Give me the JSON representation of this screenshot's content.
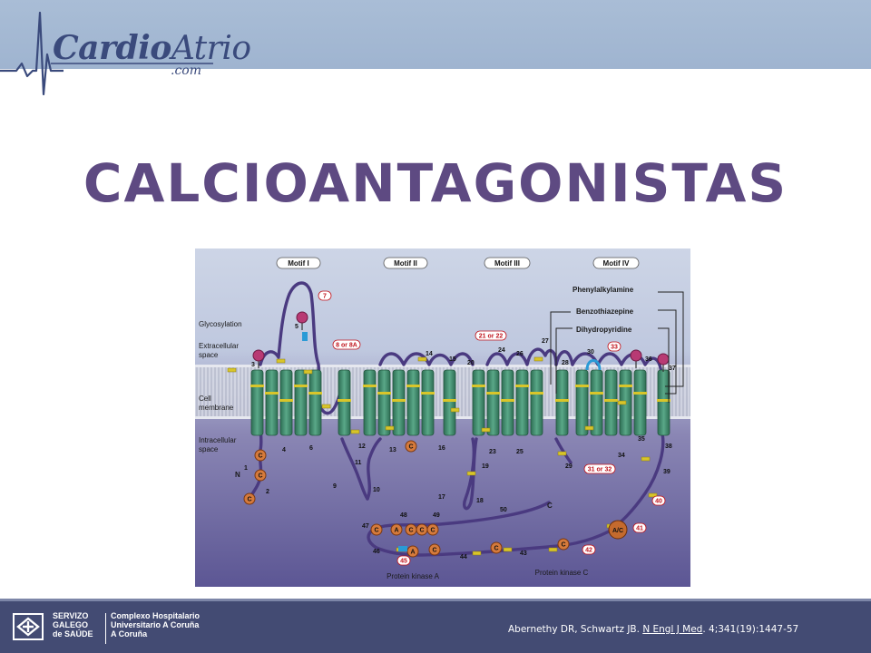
{
  "header": {
    "logo_brand_bold": "Cardio",
    "logo_brand_regular": "Atrio",
    "logo_suffix": ".com"
  },
  "title": "CALCIOANTAGONISTAS",
  "figure": {
    "motifs": [
      "Motif I",
      "Motif II",
      "Motif III",
      "Motif IV"
    ],
    "drug_labels": [
      "Phenylalkylamine",
      "Benzothiazepine",
      "Dihydropyridine"
    ],
    "side_labels": {
      "glycosylation": "Glycosylation",
      "extracellular_1": "Extracellular",
      "extracellular_2": "space",
      "membrane_1": "Cell",
      "membrane_2": "membrane",
      "intracellular_1": "Intracellular",
      "intracellular_2": "space",
      "n_terminus": "N",
      "c_terminus": "C"
    },
    "kinase_labels": {
      "pka": "Protein kinase A",
      "pkc": "Protein kinase C"
    },
    "red_labels": {
      "l7": "7",
      "l8": "8 or 8A",
      "l21": "21 or 22",
      "l33": "33",
      "l31": "31 or 32",
      "l40": "40",
      "l41": "41",
      "l42": "42",
      "l45": "45"
    },
    "site_letters": {
      "c": "C",
      "a": "A",
      "ac": "A/C"
    },
    "numbers": {
      "n1": "1",
      "n2": "2",
      "n3": "3",
      "n4": "4",
      "n5": "5",
      "n6": "6",
      "n9": "9",
      "n10": "10",
      "n11": "11",
      "n12": "12",
      "n13": "13",
      "n14": "14",
      "n15": "15",
      "n16": "16",
      "n17": "17",
      "n18": "18",
      "n19": "19",
      "n20": "20",
      "n23": "23",
      "n24": "24",
      "n25": "25",
      "n26": "26",
      "n27": "27",
      "n28": "28",
      "n29": "29",
      "n30": "30",
      "n34": "34",
      "n35": "35",
      "n36": "36",
      "n37": "37",
      "n38": "38",
      "n39": "39",
      "n43": "43",
      "n44": "44",
      "n46": "46",
      "n47": "47",
      "n48": "48",
      "n49": "49",
      "n50": "50"
    }
  },
  "footer": {
    "institution_line1": "SERVIZO",
    "institution_line2": "GALEGO",
    "institution_line3": "de SAÚDE",
    "hospital_line1": "Complexo Hospitalario",
    "hospital_line2": "Universitario A Coruña",
    "hospital_line3": "A Coruña",
    "citation_prefix": "Abernethy DR, Schwartz JB. ",
    "citation_journal": "N Engl J Med",
    "citation_suffix": ". 4;341(19):1447-57"
  },
  "colors": {
    "header_band": "#a9bdd6",
    "title": "#5e4a82",
    "footer_band": "#434b73",
    "helix": "#3e8c6e",
    "chain": "#4a3a80"
  }
}
